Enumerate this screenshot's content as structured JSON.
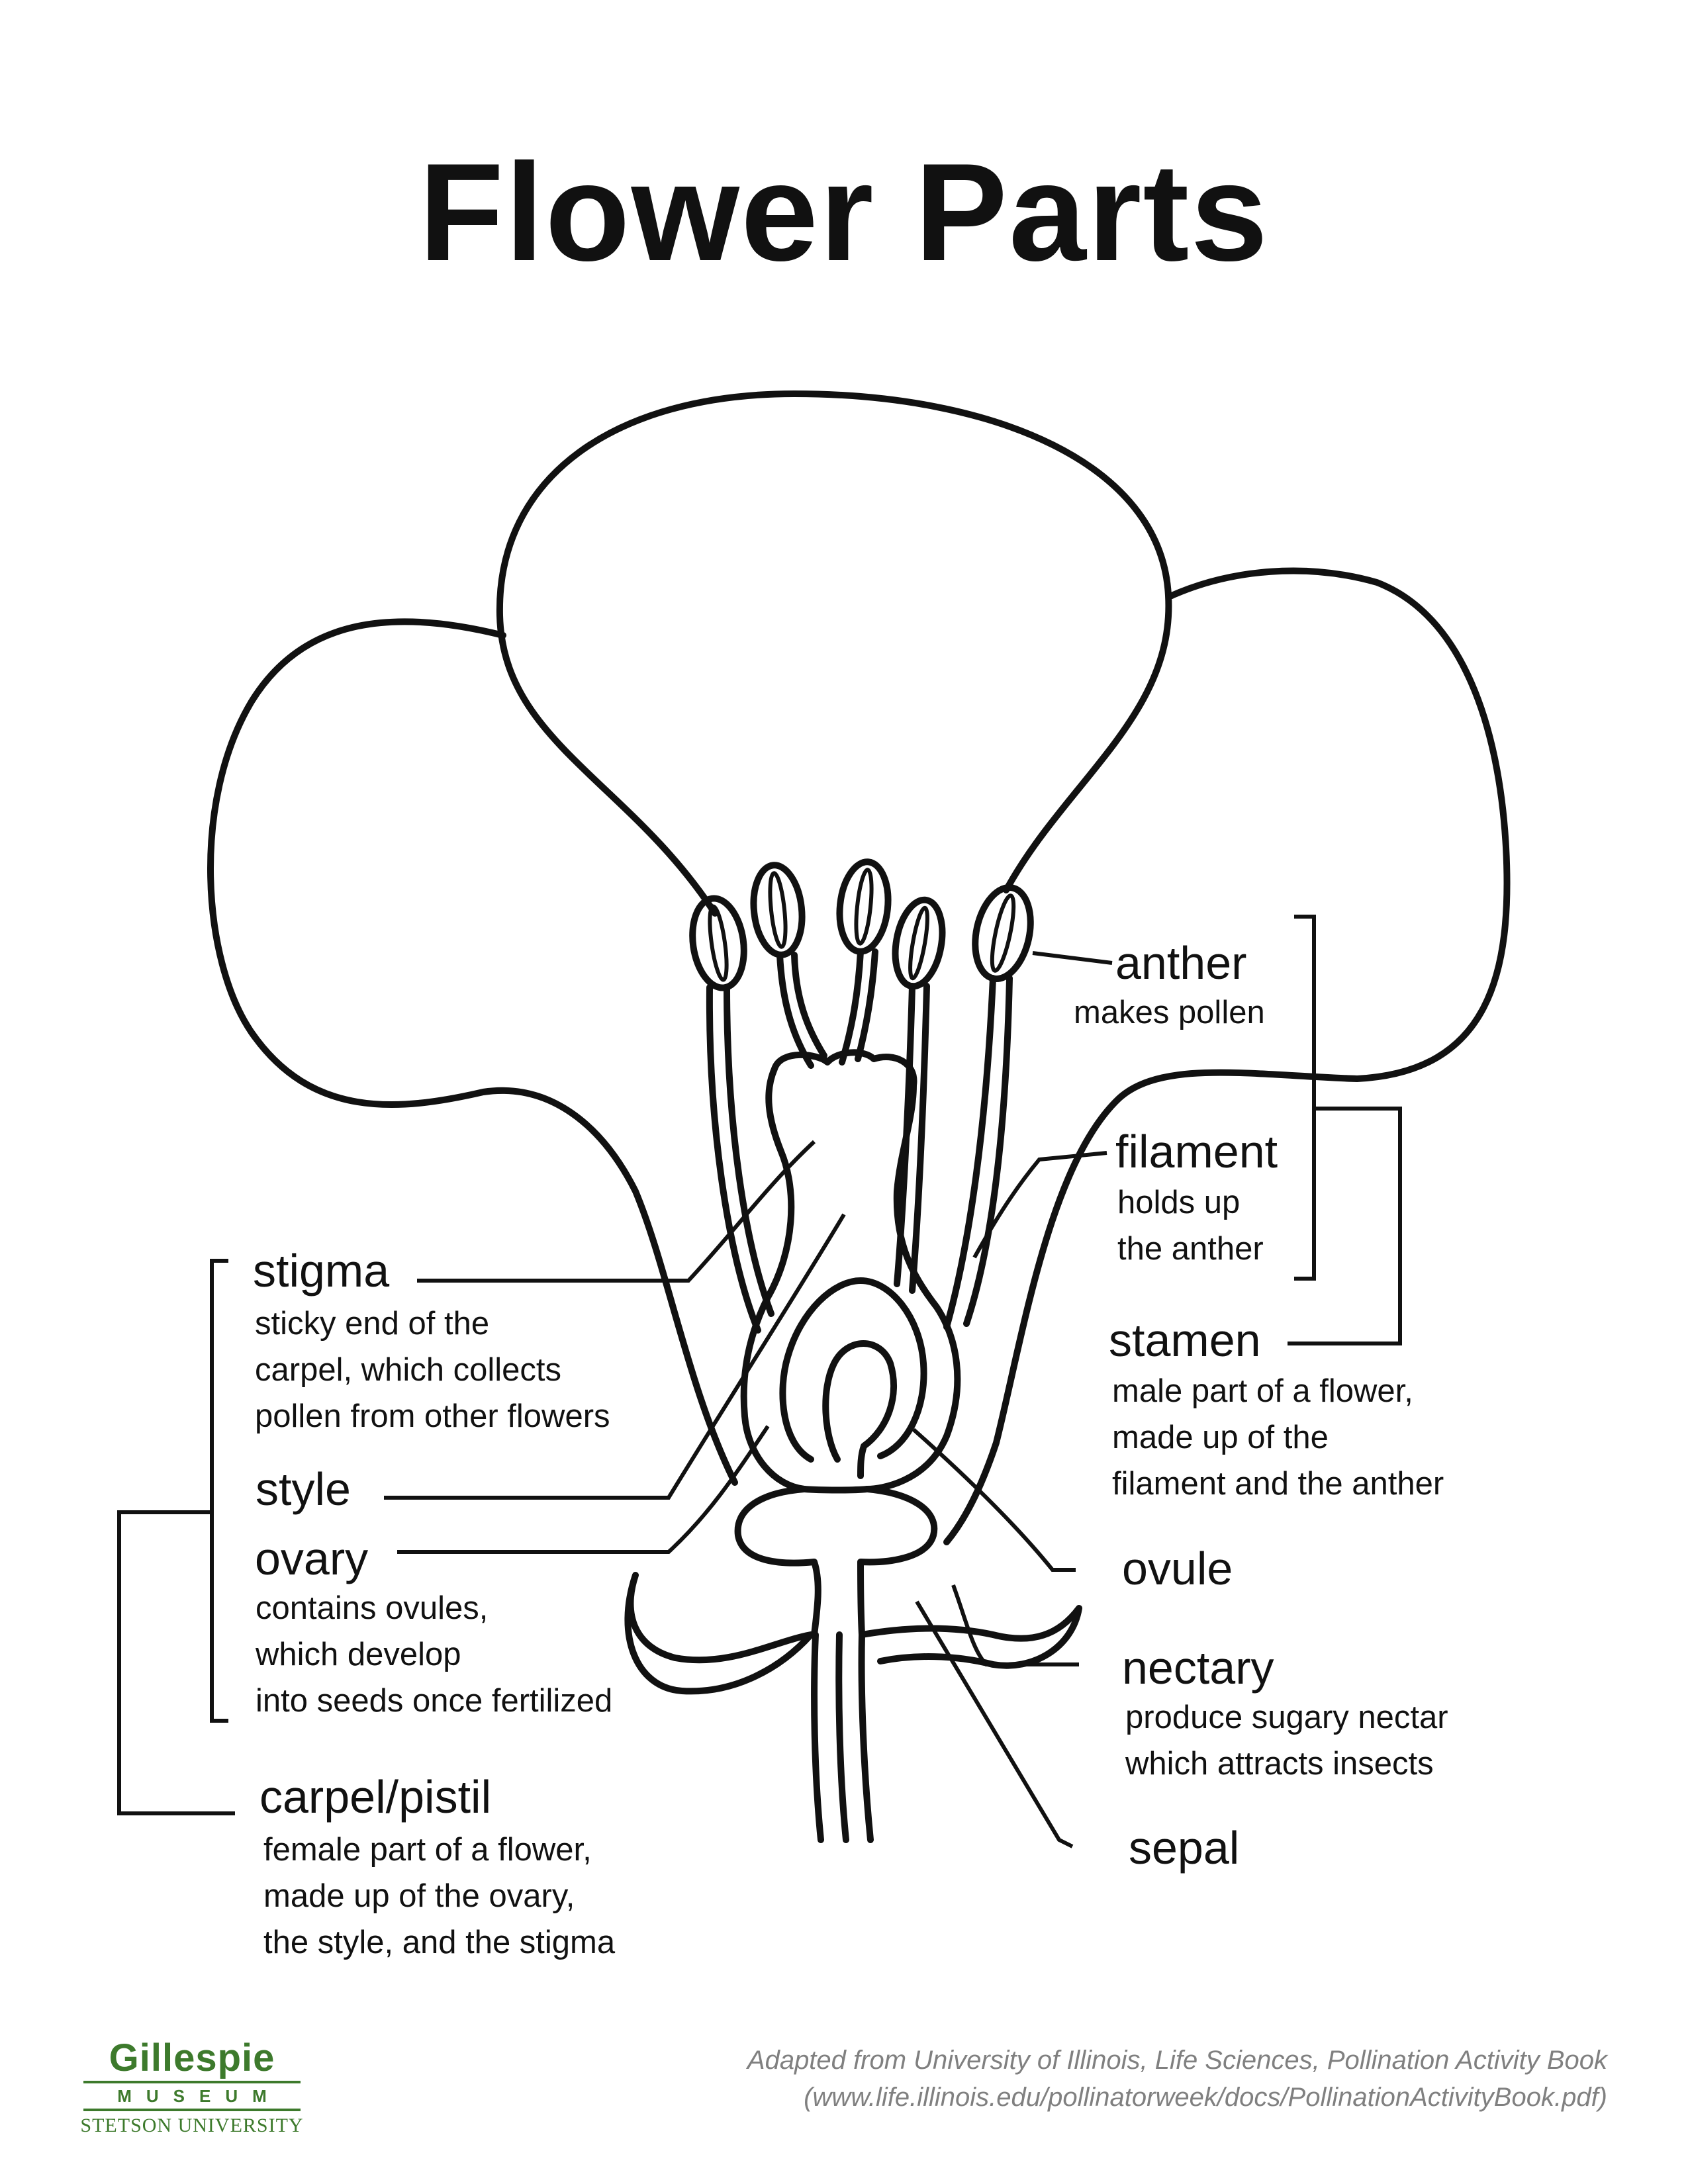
{
  "title": "Flower Parts",
  "labels": {
    "anther": {
      "term": "anther",
      "desc": "makes pollen"
    },
    "filament": {
      "term": "filament",
      "desc": "holds up\nthe anther"
    },
    "stamen": {
      "term": "stamen",
      "desc": "male part of a flower,\nmade up of the\nfilament and the anther"
    },
    "ovule": {
      "term": "ovule"
    },
    "nectary": {
      "term": "nectary",
      "desc": "produce sugary nectar\nwhich attracts insects"
    },
    "sepal": {
      "term": "sepal"
    },
    "stigma": {
      "term": "stigma",
      "desc": "sticky end of the\ncarpel, which collects\npollen from other flowers"
    },
    "style": {
      "term": "style"
    },
    "ovary": {
      "term": "ovary",
      "desc": "contains ovules,\nwhich develop\ninto seeds once fertilized"
    },
    "carpel": {
      "term": "carpel/pistil",
      "desc": "female part of a flower,\nmade up of the ovary,\nthe style, and the stigma"
    }
  },
  "logo": {
    "name": "Gillespie",
    "museum": "MUSEUM",
    "university": "STETSON UNIVERSITY"
  },
  "credit": {
    "line1": "Adapted from University of Illinois, Life Sciences, Pollination Activity Book",
    "line2": "(www.life.illinois.edu/pollinatorweek/docs/PollinationActivityBook.pdf)"
  },
  "colors": {
    "ink": "#111111",
    "logo_green": "#3d7a2c",
    "credit_gray": "#808080"
  }
}
